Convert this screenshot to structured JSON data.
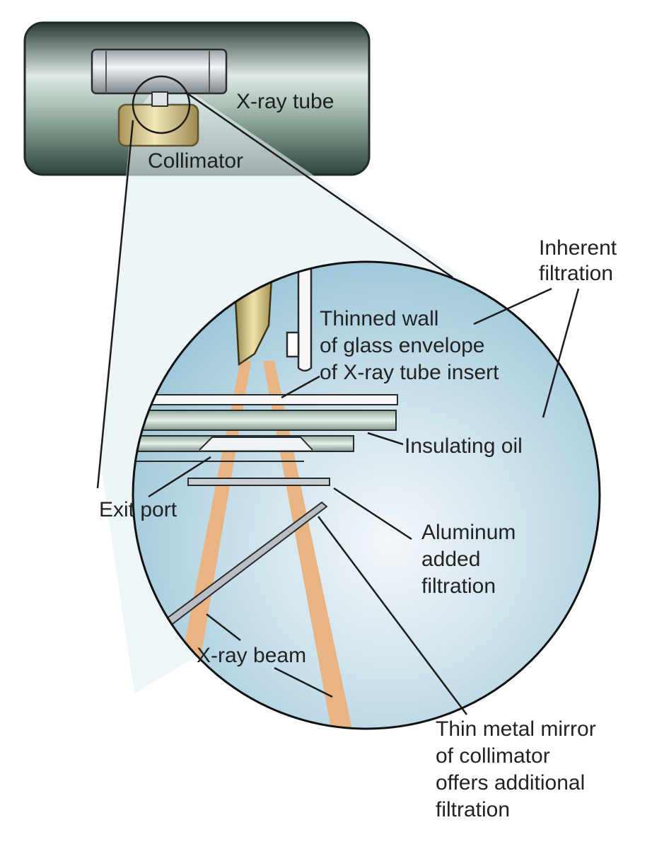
{
  "labels": {
    "xray_tube": "X-ray tube",
    "collimator": "Collimator",
    "inherent_filtration": [
      "Inherent",
      "filtration"
    ],
    "thinned_wall": [
      "Thinned wall",
      "of glass envelope",
      "of X-ray tube insert"
    ],
    "insulating_oil": "Insulating oil",
    "exit_port": "Exit port",
    "aluminum_added_filtration": [
      "Aluminum",
      "added",
      "filtration"
    ],
    "xray_beam": "X-ray beam",
    "thin_metal_mirror": [
      "Thin metal mirror",
      "of collimator",
      "offers additional",
      "filtration"
    ]
  },
  "colors": {
    "housing": "#2f4a3f",
    "magnifier_fill": "#bcd9e6",
    "beam": "#e8b483",
    "collimator": "#d8c98a",
    "outline": "#1b1b1b",
    "label_text": "#222222"
  }
}
